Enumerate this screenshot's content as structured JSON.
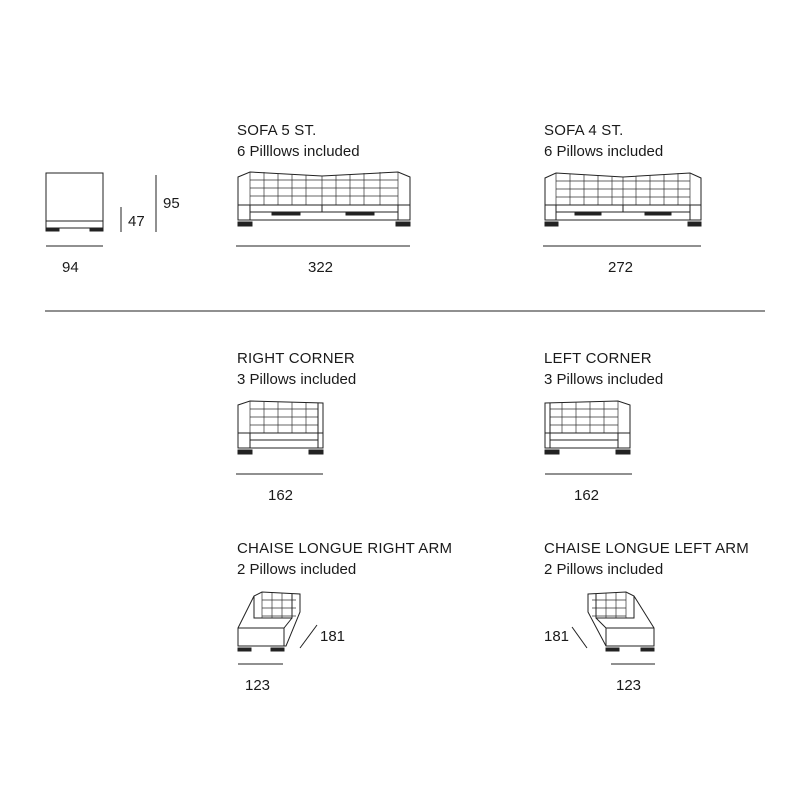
{
  "ottoman": {
    "width": "94",
    "seat_height": "47",
    "height": "95"
  },
  "sofa5": {
    "title": "SOFA 5 ST.",
    "pillows": "6 Pilllows included",
    "width": "322"
  },
  "sofa4": {
    "title": "SOFA 4 ST.",
    "pillows": "6 Pillows included",
    "width": "272"
  },
  "right_corner": {
    "title": "RIGHT CORNER",
    "pillows": "3 Pillows included",
    "width": "162"
  },
  "left_corner": {
    "title": "LEFT CORNER",
    "pillows": "3 Pillows included",
    "width": "162"
  },
  "chaise_right": {
    "title": "CHAISE LONGUE RIGHT ARM",
    "pillows": "2 Pillows included",
    "width": "123",
    "depth": "181"
  },
  "chaise_left": {
    "title": "CHAISE LONGUE LEFT ARM",
    "pillows": "2 Pillows included",
    "width": "123",
    "depth": "181"
  }
}
